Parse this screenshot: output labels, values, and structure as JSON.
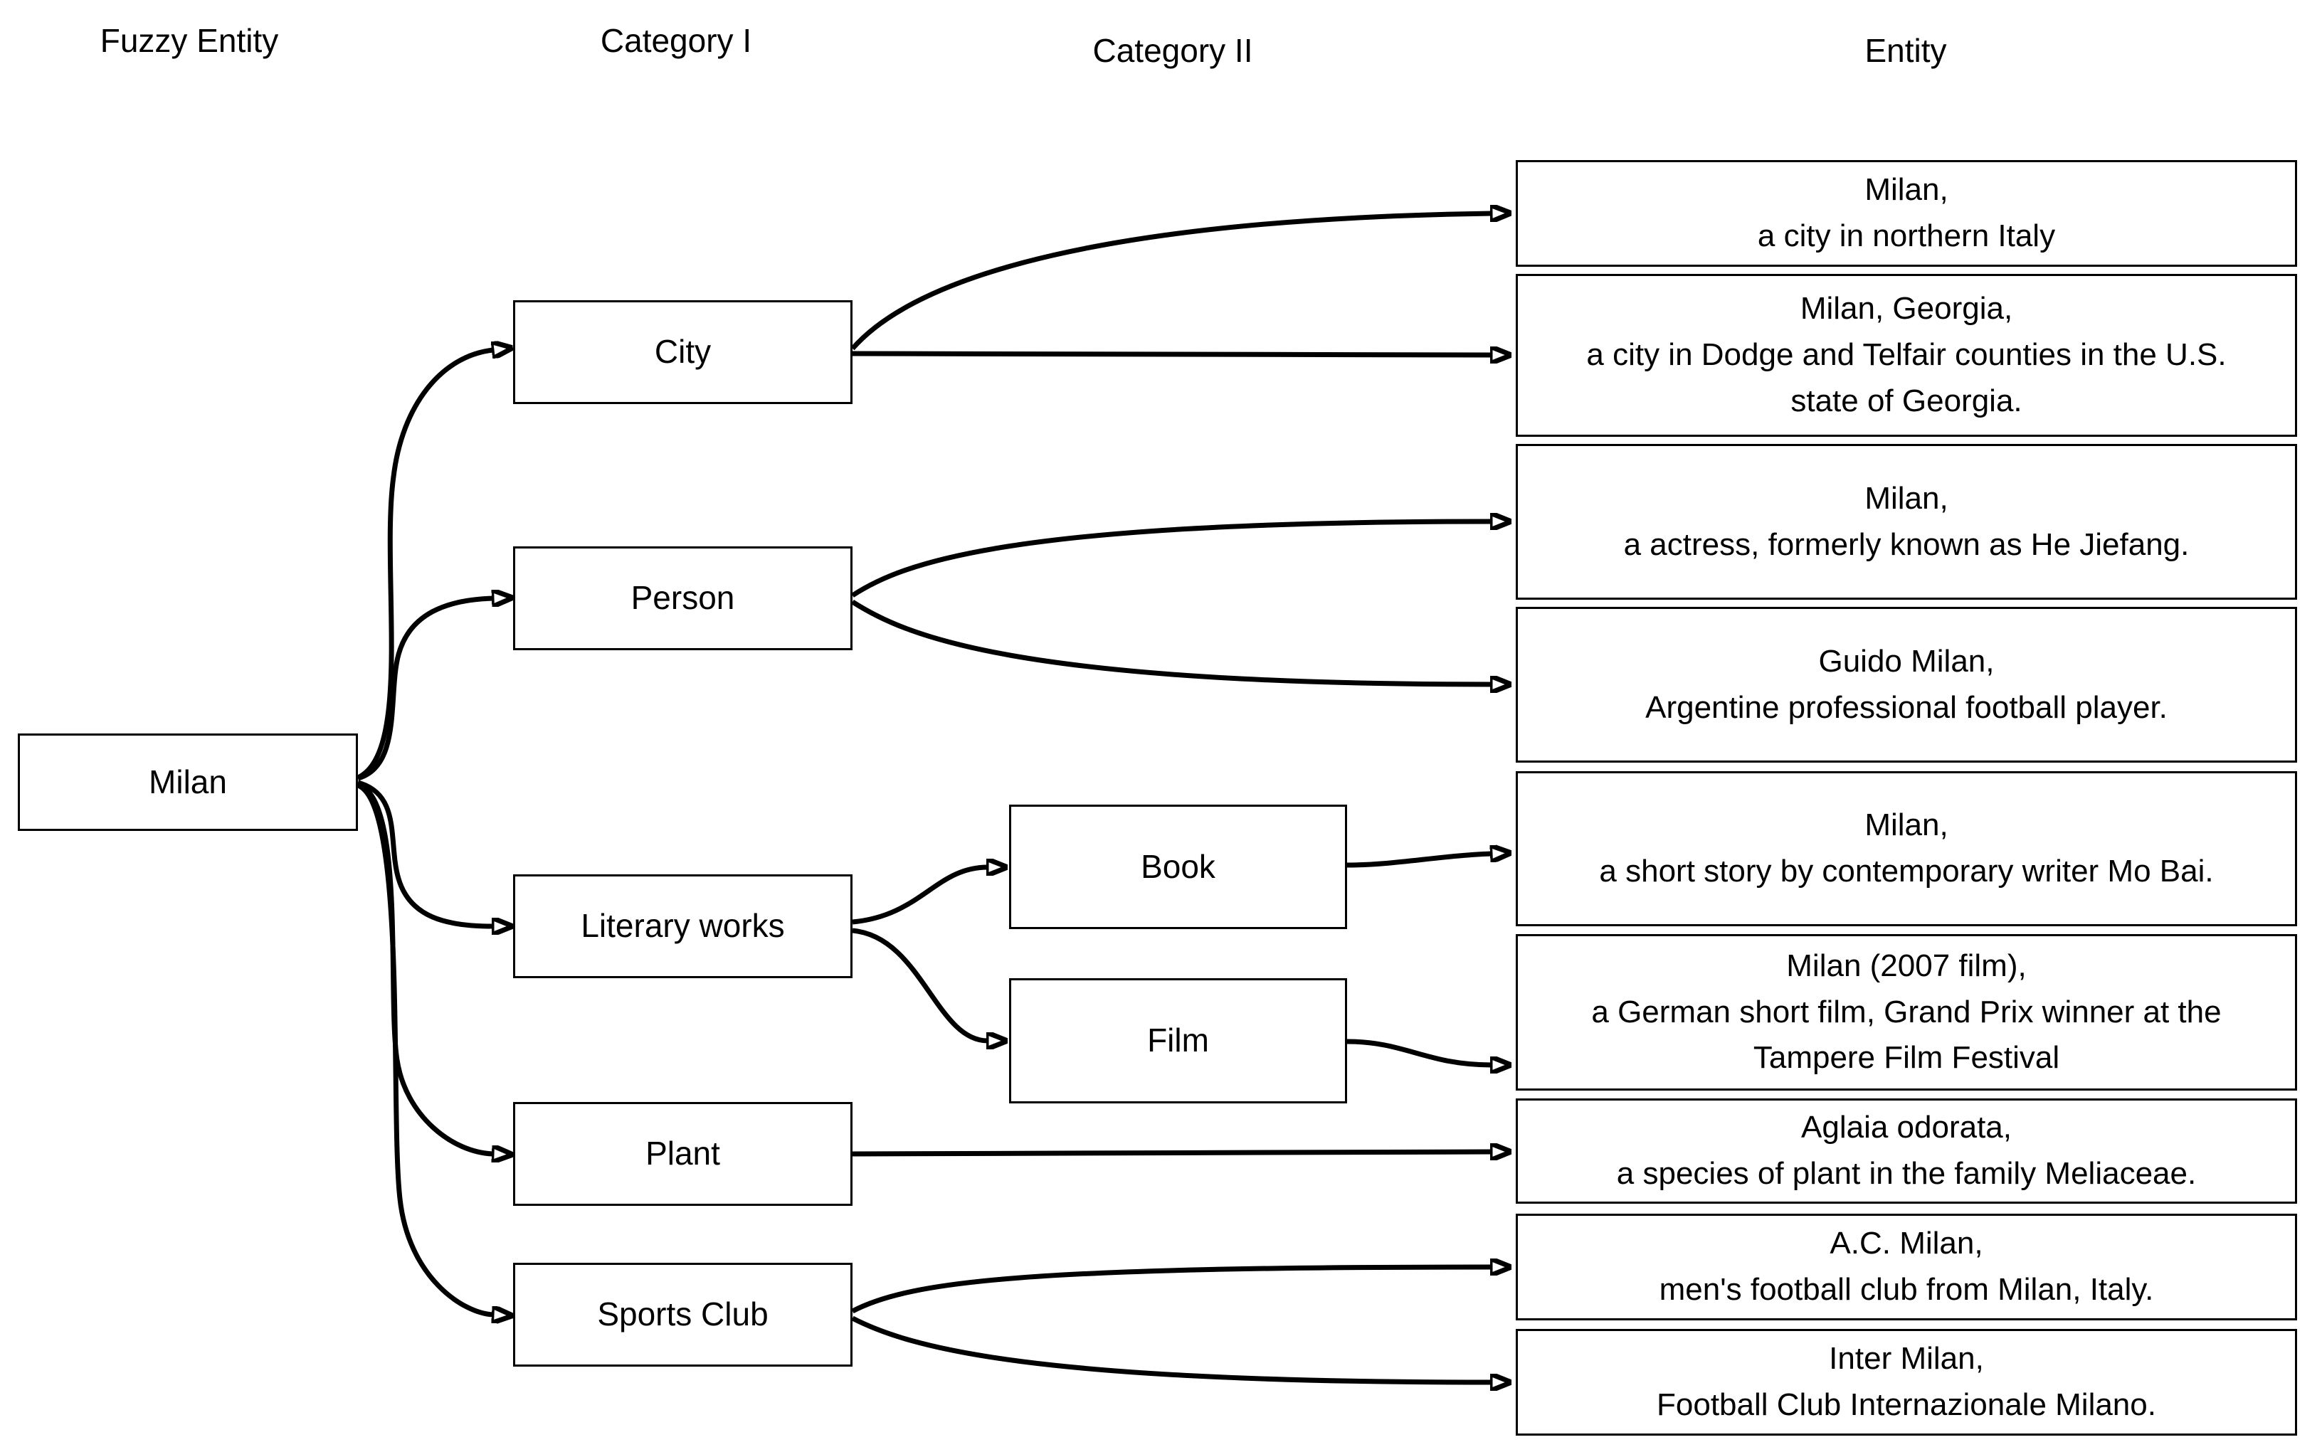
{
  "style": {
    "background": "#ffffff",
    "line_color": "#000000",
    "text_color": "#000000"
  },
  "headers": {
    "fuzzy_entity": "Fuzzy Entity",
    "category1": "Category I",
    "category2": "Category II",
    "entity": "Entity"
  },
  "fuzzy_entity": {
    "label": "Milan"
  },
  "category1": {
    "city": "City",
    "person": "Person",
    "literary_works": "Literary works",
    "plant": "Plant",
    "sports_club": "Sports Club"
  },
  "category2": {
    "book": "Book",
    "film": "Film"
  },
  "entities": {
    "milan_city": "Milan,\na city in northern Italy",
    "milan_georgia": "Milan, Georgia,\na city in Dodge and Telfair counties in the U.S.\nstate of Georgia.",
    "milan_actress": "Milan,\na actress, formerly known as He Jiefang.",
    "guido_milan": "Guido Milan,\nArgentine professional football player.",
    "milan_short_story": "Milan,\na short story by contemporary writer Mo Bai.",
    "milan_2007_film": "Milan (2007 film),\na German short film, Grand Prix winner at the\nTampere Film Festival",
    "aglaia_odorata": "Aglaia odorata,\na species of plant in the family Meliaceae.",
    "ac_milan": "A.C. Milan,\nmen's football club from Milan, Italy.",
    "inter_milan": "Inter Milan,\nFootball Club Internazionale Milano."
  }
}
